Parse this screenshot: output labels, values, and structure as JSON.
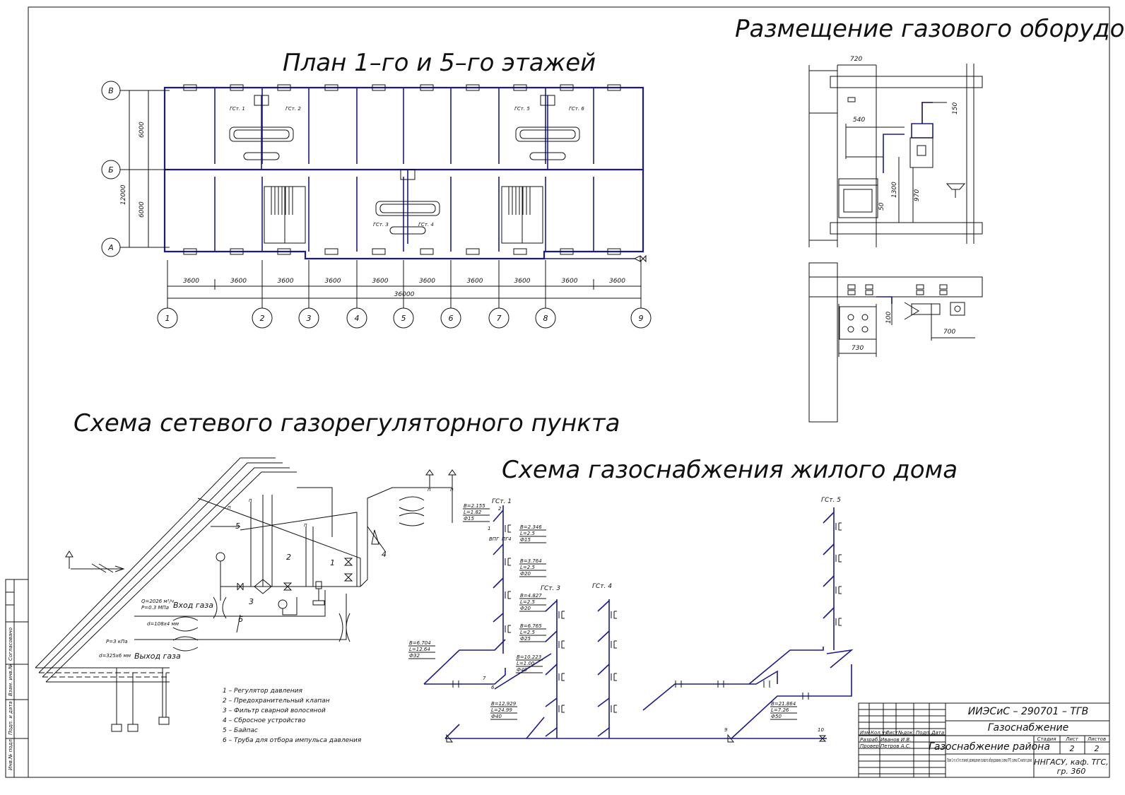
{
  "titles": {
    "plan": "План 1–го и 5–го этажей",
    "equipment": "Размещение газового оборудования",
    "grp": "Схема сетевого газорегуляторного пункта",
    "supply": "Схема газоснабжения жилого дома"
  },
  "plan": {
    "row_axes": [
      "В",
      "Б",
      "А"
    ],
    "col_axes": [
      "1",
      "2",
      "3",
      "4",
      "5",
      "6",
      "7",
      "8",
      "9"
    ],
    "spans": [
      "3600",
      "3600",
      "3600",
      "3600",
      "3600",
      "3600",
      "3600",
      "3600",
      "3600",
      "3600"
    ],
    "total": "36000",
    "side_dims": [
      "6000",
      "6000",
      "12000"
    ],
    "risers": [
      "ГСт. 1",
      "ГСт. 2",
      "ГСт. 3",
      "ГСт. 4",
      "ГСт. 5",
      "ГСт. 6"
    ]
  },
  "equipment": {
    "dims_top": [
      "720",
      "150",
      "540",
      "1300",
      "970",
      "50"
    ],
    "dims_bottom": [
      "100",
      "700",
      "730"
    ]
  },
  "grp": {
    "numbers": [
      "1",
      "2",
      "3",
      "4",
      "5",
      "6"
    ],
    "inlet_label": "Вход газа",
    "inlet_params": [
      "Q=2026 м³/ч",
      "P=0.3 МПа",
      "d=108х4 мм"
    ],
    "outlet_label": "Выход газа",
    "outlet_params": [
      "P=3 кПа",
      "d=325х6 мм"
    ],
    "legend": [
      "1 – Регулятор давления",
      "2 – Предохранительный клапан",
      "3 – Фильтр сварной волосяной",
      "4 – Сбросное устройство",
      "5 – Байпас",
      "6 – Труба для отбора импульса давления"
    ]
  },
  "supply": {
    "risers": [
      "ГСт. 1",
      "ГСт. 3",
      "ГСт. 4",
      "ГСт. 5"
    ],
    "nodes": [
      "1",
      "2",
      "6",
      "7",
      "9",
      "10"
    ],
    "tags": [
      [
        "В=2.155",
        "L=1.82",
        "Ф15"
      ],
      [
        "В=2.346",
        "L=2.5",
        "Ф15"
      ],
      [
        "В=3.764",
        "L=2.5",
        "Ф20"
      ],
      [
        "В=4.827",
        "L=2.5",
        "Ф20"
      ],
      [
        "В=6.765",
        "L=2.5",
        "Ф25"
      ],
      [
        "В=6.704",
        "L=12.64",
        "Ф32"
      ],
      [
        "В=10.223",
        "L=1.00",
        "Ф40"
      ],
      [
        "В=12.929",
        "L=24.99",
        "Ф40"
      ],
      [
        "В=21.864",
        "L=7.26",
        "Ф50"
      ]
    ]
  },
  "title_block": {
    "code": "ИИЭСиС – 290701 – ТГВ",
    "subject": "Газоснабжение",
    "sheet_title": "Газоснабжение района",
    "sheet_desc": "План 1-го и 5-го этажей, размещение газового оборудования, схема ГРП, схема ГС жилого дома",
    "stage_hdr": "Стадия",
    "sheet_hdr": "Лист",
    "sheets_hdr": "Листов",
    "sheet_no": "2",
    "sheets_total": "2",
    "org": "ННГАСУ, каф. ТГС,",
    "group": "гр. 360",
    "cols": [
      "Изм",
      "Кол.уч",
      "Лист",
      "№док",
      "Подп.",
      "Дата"
    ],
    "roles": [
      "Разраб.",
      "Провер."
    ],
    "names": [
      "Иванов И.В.",
      "Петров А.С."
    ]
  },
  "side_stamp": [
    "Инв.№ подл.",
    "Подп. и дата",
    "Взам. инв.№",
    "Согласовано"
  ]
}
